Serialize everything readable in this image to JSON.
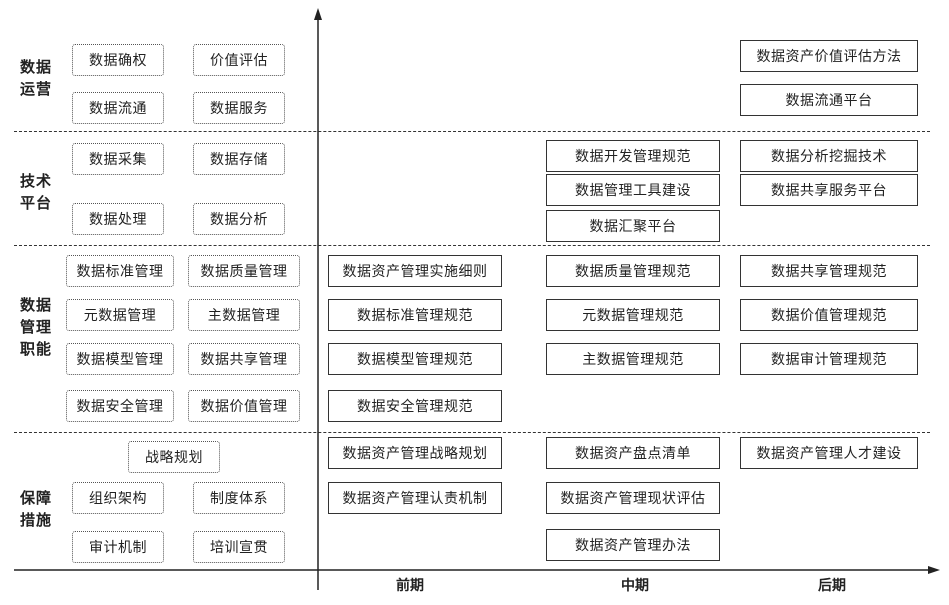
{
  "sections": [
    {
      "name": "数据\n运营",
      "capabilities": [
        "数据确权",
        "价值评估",
        "数据流通",
        "数据服务"
      ],
      "early": [],
      "mid": [],
      "late": [
        "数据资产价值评估方法",
        "数据流通平台"
      ]
    },
    {
      "name": "技术\n平台",
      "capabilities": [
        "数据采集",
        "数据存储",
        "数据处理",
        "数据分析"
      ],
      "early": [],
      "mid": [
        "数据开发管理规范",
        "数据管理工具建设",
        "数据汇聚平台"
      ],
      "late": [
        "数据分析挖掘技术",
        "数据共享服务平台"
      ]
    },
    {
      "name": "数据\n管理\n职能",
      "capabilities": [
        "数据标准管理",
        "数据质量管理",
        "元数据管理",
        "主数据管理",
        "数据模型管理",
        "数据共享管理",
        "数据安全管理",
        "数据价值管理"
      ],
      "early": [
        "数据资产管理实施细则",
        "数据标准管理规范",
        "数据模型管理规范",
        "数据安全管理规范"
      ],
      "mid": [
        "数据质量管理规范",
        "元数据管理规范",
        "主数据管理规范"
      ],
      "late": [
        "数据共享管理规范",
        "数据价值管理规范",
        "数据审计管理规范"
      ]
    },
    {
      "name": "保障\n措施",
      "capabilities": [
        "战略规划",
        "组织架构",
        "制度体系",
        "审计机制",
        "培训宣贯"
      ],
      "early": [
        "数据资产管理战略规划",
        "数据资产管理认责机制"
      ],
      "mid": [
        "数据资产盘点清单",
        "数据资产管理现状评估",
        "数据资产管理办法"
      ],
      "late": [
        "数据资产管理人才建设"
      ]
    }
  ],
  "phases": [
    "前期",
    "中期",
    "后期"
  ]
}
